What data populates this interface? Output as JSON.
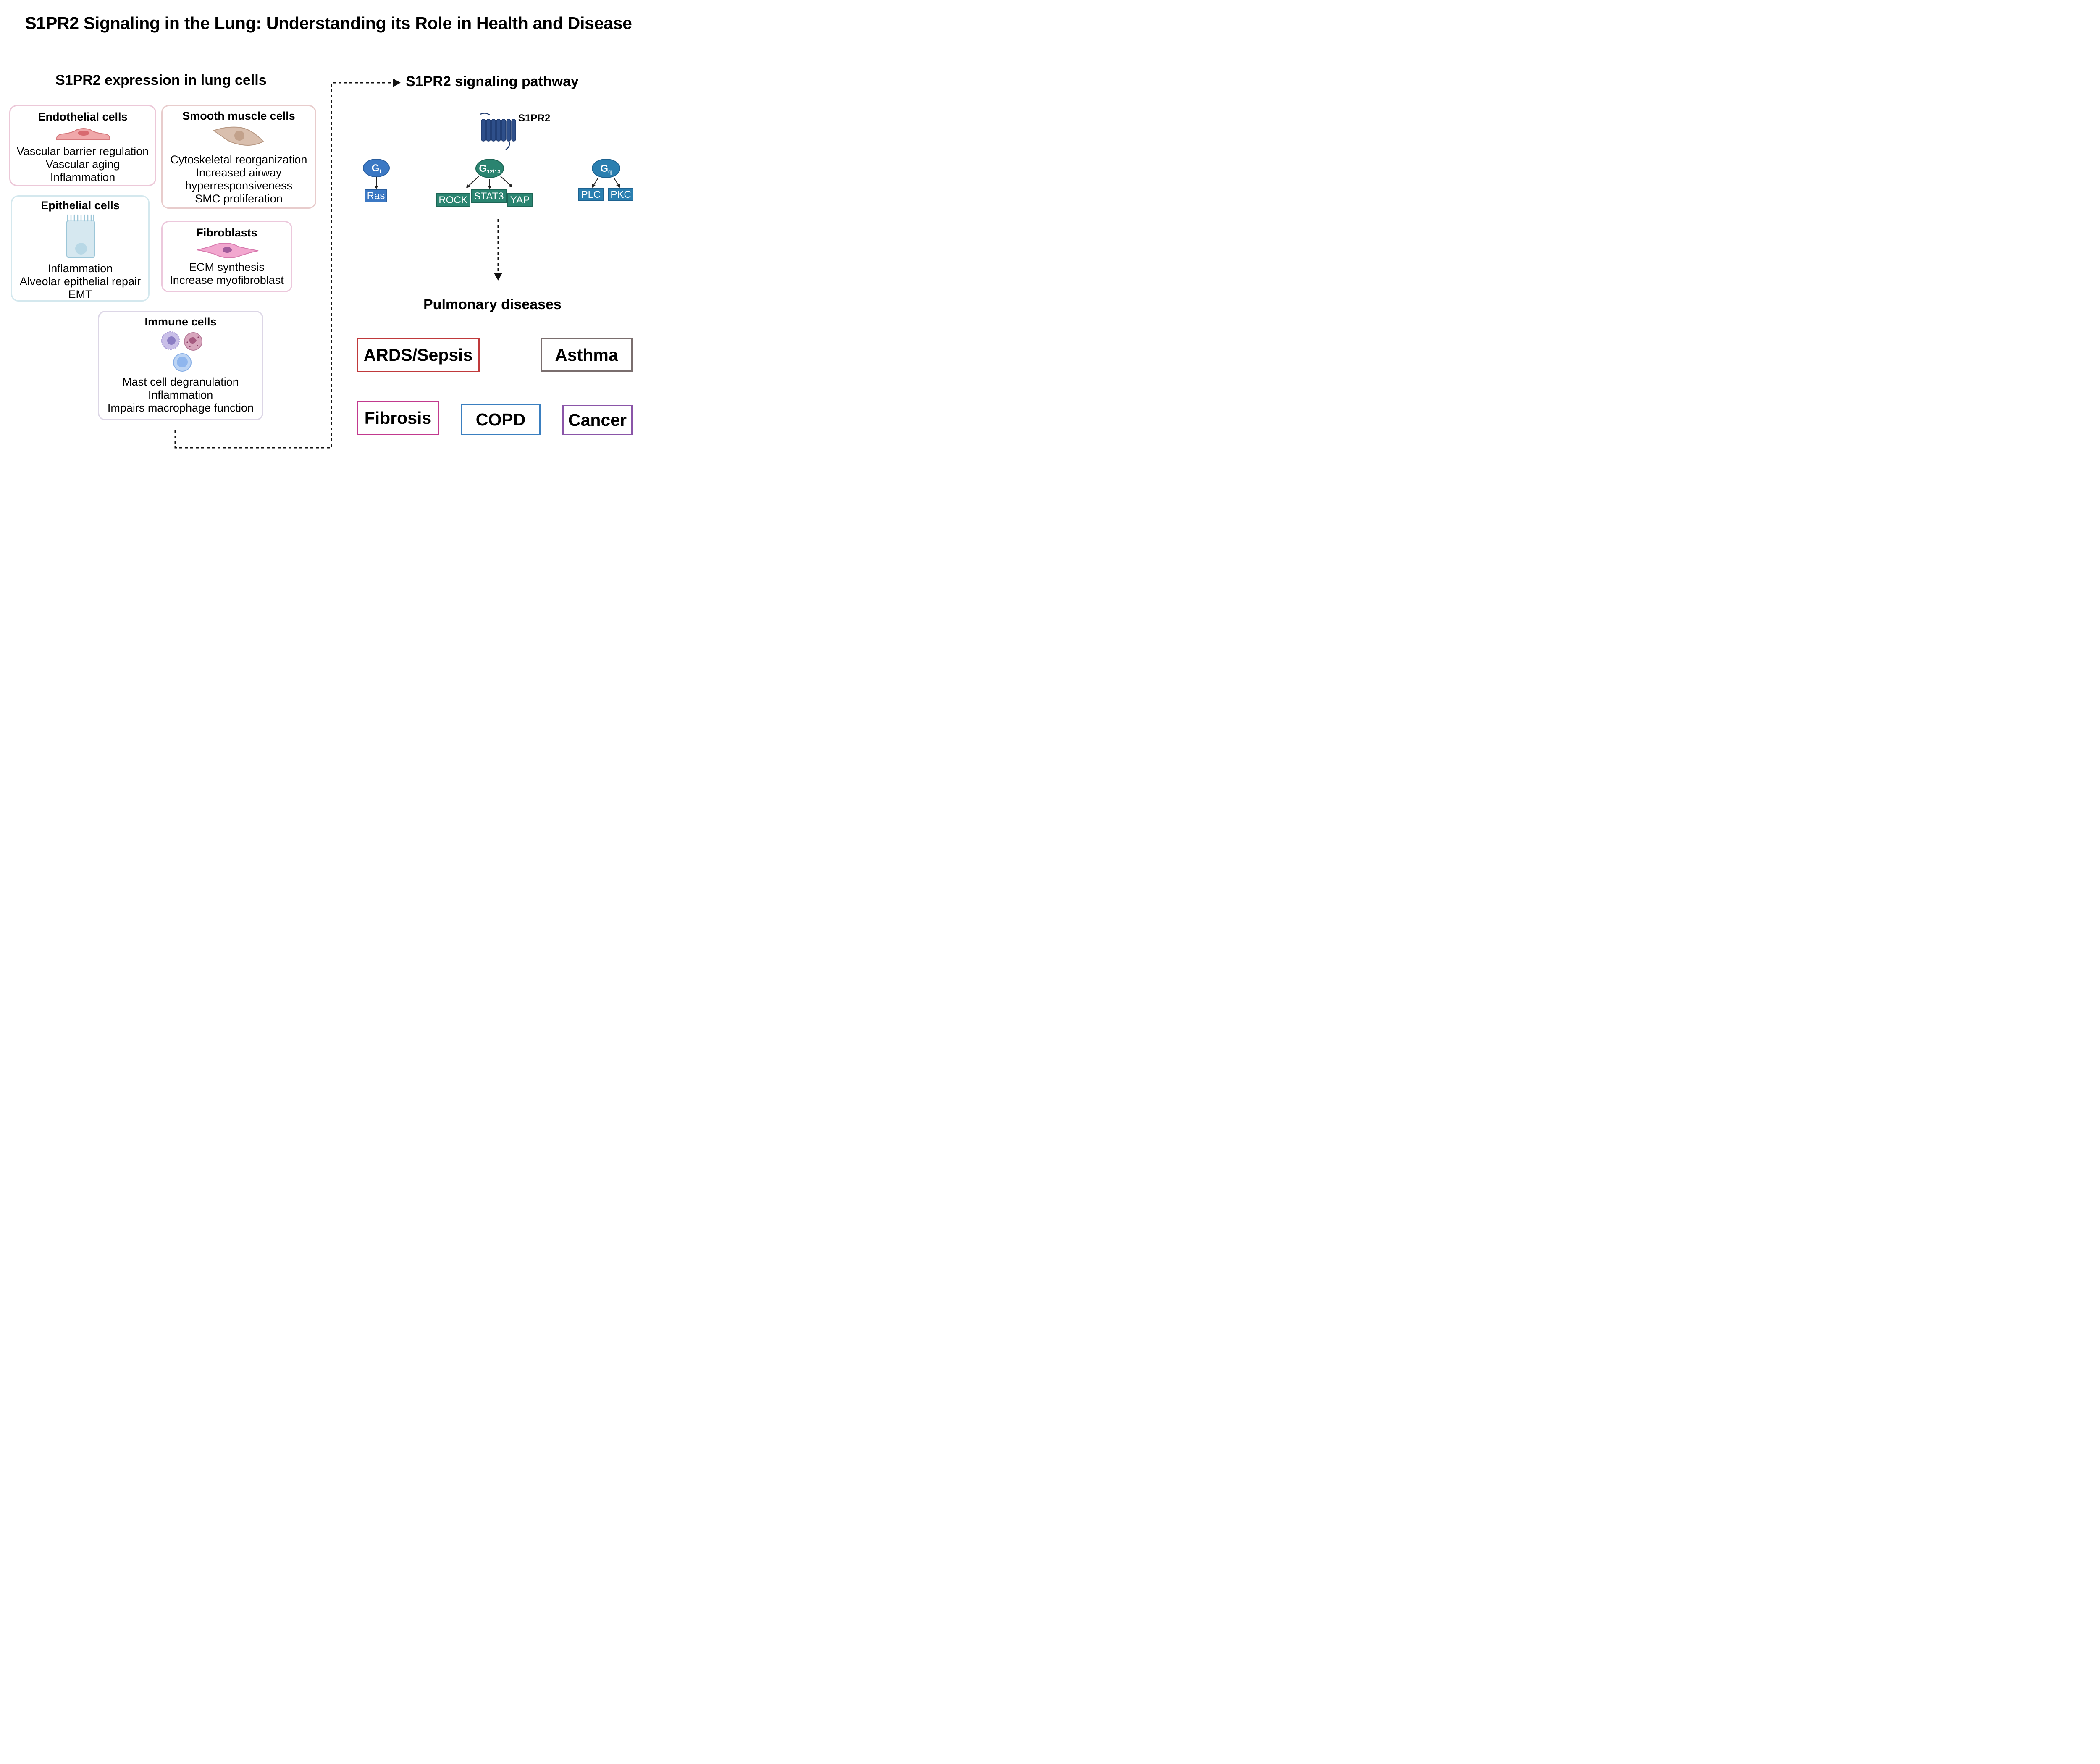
{
  "title": "S1PR2 Signaling in the Lung: Understanding its Role in Health and Disease",
  "expression": {
    "heading": "S1PR2 expression in lung cells",
    "cards": [
      {
        "title": "Endothelial cells",
        "lines": [
          "Vascular barrier regulation",
          "Vascular aging",
          "Inflammation"
        ],
        "border_color": "#ecc8d8"
      },
      {
        "title": "Smooth muscle cells",
        "lines": [
          "Cytoskeletal reorganization",
          "Increased airway",
          "hyperresponsiveness",
          "SMC proliferation"
        ],
        "border_color": "#e8cccc"
      },
      {
        "title": "Epithelial cells",
        "lines": [
          "Inflammation",
          "Alveolar epithelial repair",
          "EMT"
        ],
        "border_color": "#d4e8ee"
      },
      {
        "title": "Fibroblasts",
        "lines": [
          "ECM synthesis",
          "Increase myofibroblast"
        ],
        "border_color": "#ecc8dc"
      },
      {
        "title": "Immune cells",
        "lines": [
          "Mast cell degranulation",
          "Inflammation",
          "Impairs macrophage function"
        ],
        "border_color": "#dcd6e6"
      }
    ]
  },
  "pathway": {
    "heading": "S1PR2 signaling pathway",
    "receptor_label": "S1PR2",
    "gi": {
      "symbol": "G",
      "subscript": "i",
      "effectors": [
        "Ras"
      ],
      "color": "#3b78c4"
    },
    "g1213": {
      "symbol": "G",
      "subscript": "12/13",
      "effectors": [
        "ROCK",
        "STAT3",
        "YAP"
      ],
      "color": "#2a8470"
    },
    "gq": {
      "symbol": "G",
      "subscript": "q",
      "effectors": [
        "PLC",
        "PKC"
      ],
      "color": "#2a7fb0"
    }
  },
  "diseases": {
    "heading": "Pulmonary diseases",
    "items": [
      {
        "label": "ARDS/Sepsis",
        "color": "#c0393b"
      },
      {
        "label": "Asthma",
        "color": "#7a6e6e"
      },
      {
        "label": "Fibrosis",
        "color": "#c2398e"
      },
      {
        "label": "COPD",
        "color": "#3a7fc0"
      },
      {
        "label": "Cancer",
        "color": "#8a55a8"
      }
    ]
  }
}
